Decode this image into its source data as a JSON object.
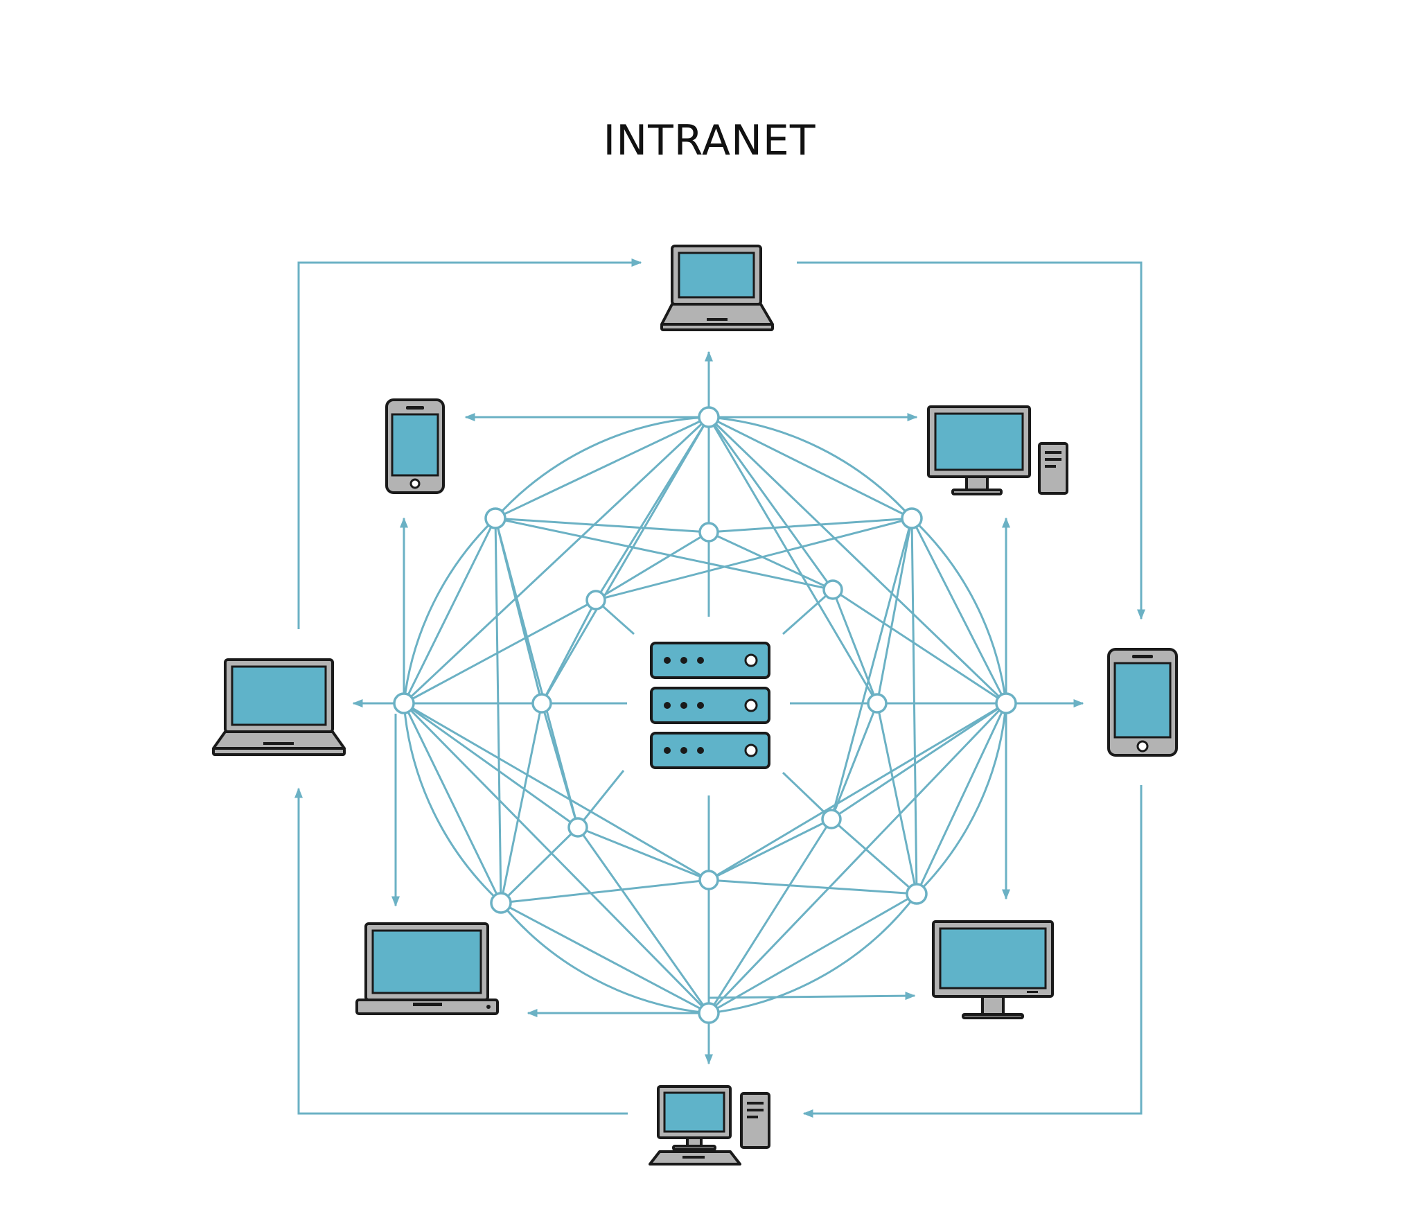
{
  "title": "INTRANET",
  "colors": {
    "link": "#6bb1c4",
    "screen": "#5fb3c9",
    "device_body": "#b3b3b3",
    "outline": "#1a1a1a",
    "background": "#ffffff"
  },
  "center": {
    "name": "server",
    "icon": "server-rack-icon"
  },
  "devices": [
    {
      "name": "laptop-top",
      "icon": "laptop-icon"
    },
    {
      "name": "smartphone-top-left",
      "icon": "smartphone-icon"
    },
    {
      "name": "desktop-tower-top-right",
      "icon": "desktop-computer-icon"
    },
    {
      "name": "laptop-left",
      "icon": "laptop-icon"
    },
    {
      "name": "tablet-right",
      "icon": "tablet-icon"
    },
    {
      "name": "laptop-bottom-left",
      "icon": "laptop-icon"
    },
    {
      "name": "monitor-bottom-right",
      "icon": "monitor-icon"
    },
    {
      "name": "desktop-workstation-bottom",
      "icon": "desktop-workstation-icon"
    }
  ]
}
